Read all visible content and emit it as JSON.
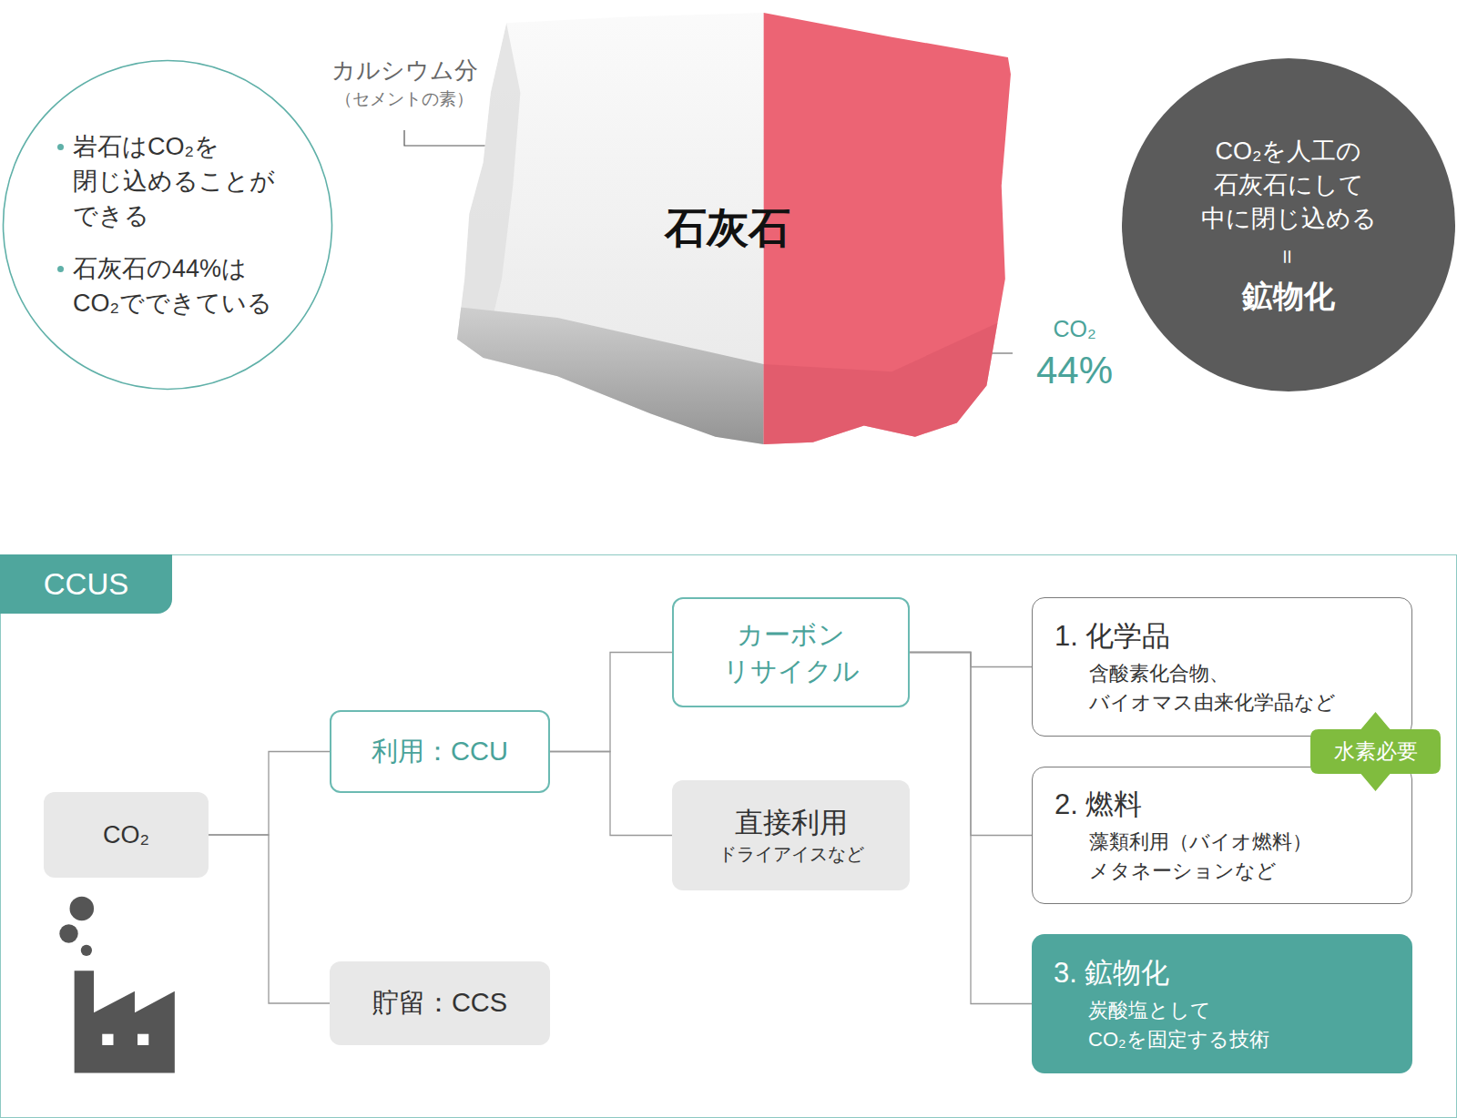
{
  "diagram": {
    "nodes": [
      {
        "text": [
          "岩石はCO₂を 閉じ込めることが できる",
          "石灰石の44%は CO₂でできている"
        ]
      },
      {
        "text": [
          "石灰石"
        ]
      },
      {
        "text": [
          "CO₂を人工の 石灰石にして 中に閉じ込める",
          "＝",
          "鉱物化"
        ]
      },
      {
        "text": [
          "CCUS"
        ]
      },
      {
        "text": [
          "CO₂"
        ],
        "in": 3
      },
      {
        "text": [
          "利用：CCU"
        ],
        "in": 3
      },
      {
        "text": [
          "貯留：CCS"
        ],
        "in": 3
      },
      {
        "text": [
          "カーボン リサイクル"
        ],
        "in": 3
      },
      {
        "text": [
          "直接利用",
          "ドライアイスなど"
        ],
        "in": 3
      },
      {
        "text": [
          "1. 化学品",
          "含酸素化合物、 バイオマス由来化学品など"
        ],
        "in": 3
      },
      {
        "text": [
          "水素必要"
        ],
        "in": 3
      },
      {
        "text": [
          "2. 燃料",
          "藻類利用（バイオ燃料） メタネーションなど"
        ],
        "in": 3
      },
      {
        "text": [
          "3. 鉱物化",
          "炭酸塩として CO₂を固定する技術"
        ],
        "in": 3
      }
    ],
    "edges": [
      {
        "from": 4,
        "to": 5,
        "arrow": "none"
      },
      {
        "from": 4,
        "to": 6,
        "arrow": "none"
      },
      {
        "from": 5,
        "to": 7,
        "arrow": "none"
      },
      {
        "from": 5,
        "to": 8,
        "arrow": "none"
      },
      {
        "from": 7,
        "to": 9,
        "arrow": "none"
      },
      {
        "from": 7,
        "to": 11,
        "arrow": "none"
      },
      {
        "from": 7,
        "to": 12,
        "arrow": "none"
      }
    ],
    "labels": [
      "カルシウム分",
      "（セメントの素）",
      "CO₂",
      "44%"
    ]
  }
}
